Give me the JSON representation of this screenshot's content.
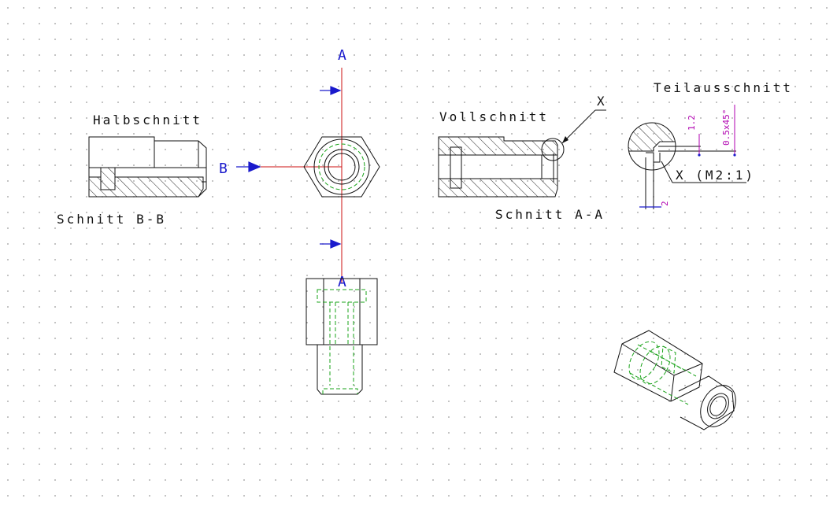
{
  "labels": {
    "halbschnitt": "Halbschnitt",
    "schnitt_bb": "Schnitt B-B",
    "vollschnitt": "Vollschnitt",
    "schnitt_aa": "Schnitt A-A",
    "teilausschnitt": "Teilausschnitt",
    "section_a_top": "A",
    "section_a_bottom": "A",
    "section_b": "B",
    "detail_x": "X",
    "detail_x_scale": "X (M2:1)",
    "dim_1_2": "1.2",
    "dim_chamfer": "0.5x45°",
    "dim_2": "2"
  },
  "colors": {
    "outline": "#111111",
    "hidden_lines": "#1aa31a",
    "center_lines": "#cc1111",
    "section_markers": "#1a1acc",
    "dimensions": "#b000b0",
    "grid_dots": "#9a9a9a"
  }
}
